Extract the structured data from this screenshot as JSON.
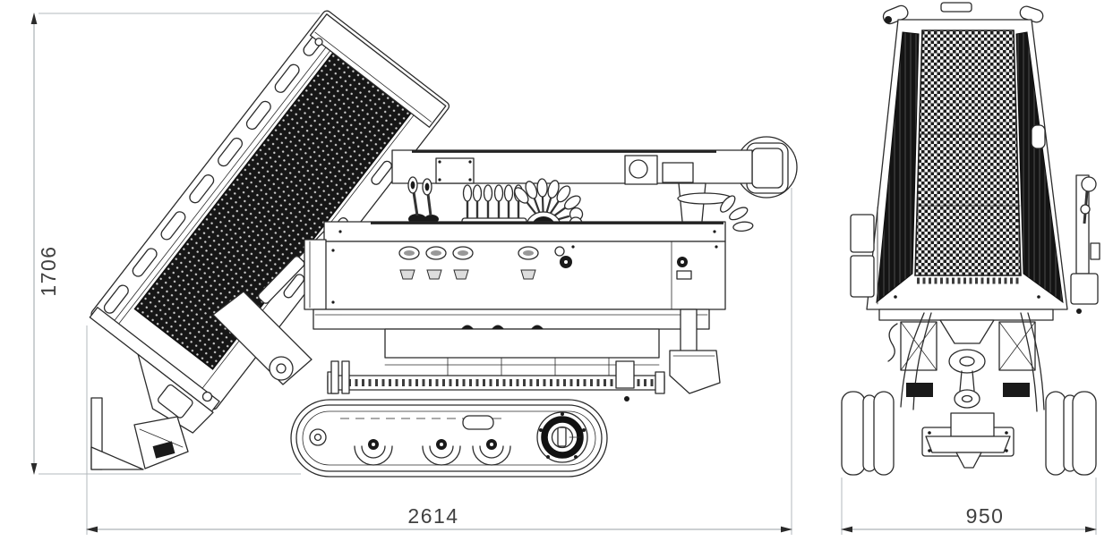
{
  "diagram": {
    "type": "technical-drawing",
    "subject": "tracked-crawler-dumper-two-view-drawing",
    "dimensions": {
      "height": "1706",
      "length": "2614",
      "width": "950"
    },
    "colors": {
      "background": "#ffffff",
      "line": "#2b2b2b",
      "mesh_dark": "#161616",
      "dim_line": "#9aa0a5",
      "dim_text": "#404040"
    }
  }
}
